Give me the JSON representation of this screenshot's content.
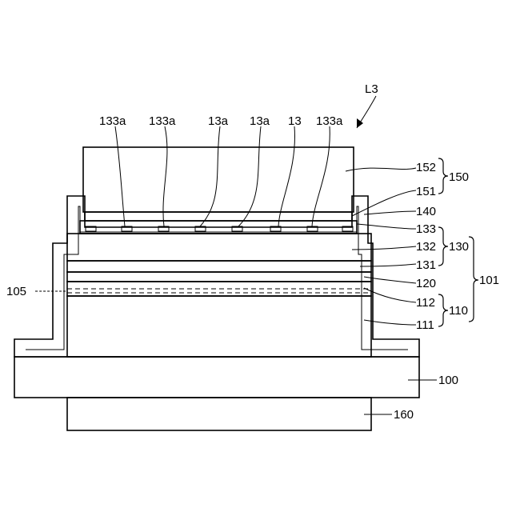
{
  "figure": {
    "view_label": "L3",
    "labels": {
      "l133a_1": "133a",
      "l133a_2": "133a",
      "l13a_1": "13a",
      "l13a_2": "13a",
      "l13": "13",
      "l133a_3": "133a",
      "l152": "152",
      "l151": "151",
      "l150": "150",
      "l140": "140",
      "l133": "133",
      "l132": "132",
      "l131": "131",
      "l130": "130",
      "l120": "120",
      "l112": "112",
      "l111": "111",
      "l110": "110",
      "l101": "101",
      "l105": "105",
      "l100": "100",
      "l160": "160"
    },
    "colors": {
      "line": "#000000",
      "background": "#ffffff"
    }
  }
}
